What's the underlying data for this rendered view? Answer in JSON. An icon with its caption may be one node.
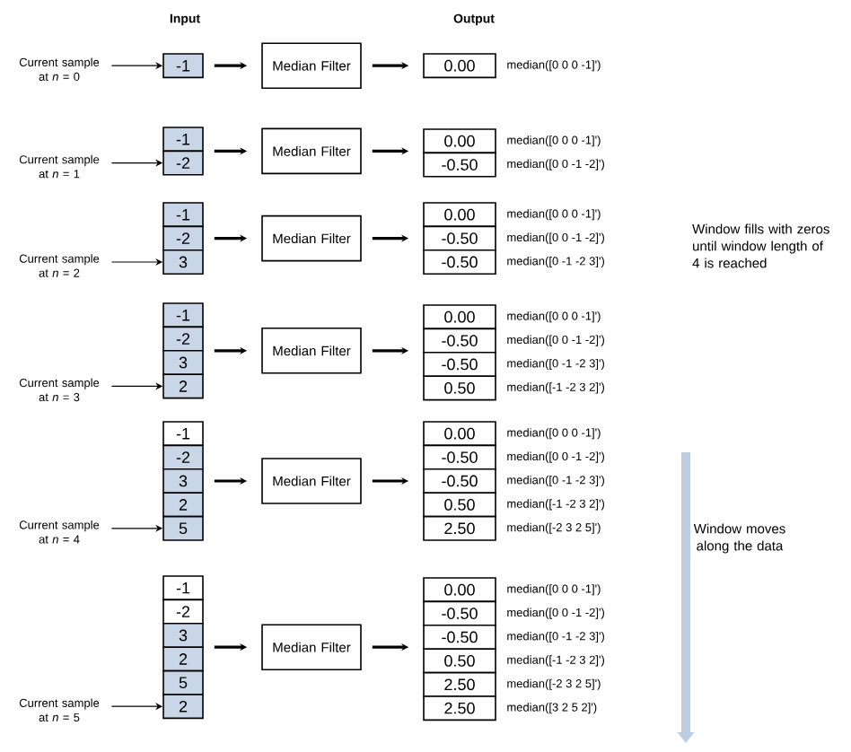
{
  "diagram": {
    "nodes": [
      {
        "text": [
          "Current sample at *n* = 0"
        ]
      },
      {
        "text": [
          "-1"
        ]
      },
      {
        "text": [
          "Median Filter"
        ]
      },
      {
        "text": [
          "0.00"
        ],
        "beside": [
          "median([0 0 0 -1]')"
        ]
      },
      {
        "text": [
          "Current sample at *n* = 1"
        ]
      },
      {
        "text": [
          "-1"
        ]
      },
      {
        "text": [
          "-2"
        ]
      },
      {
        "text": [
          "Median Filter"
        ]
      },
      {
        "text": [
          "0.00"
        ],
        "beside": [
          "median([0 0 0 -1]')"
        ]
      },
      {
        "text": [
          "-0.50"
        ],
        "beside": [
          "median([0 0 -1 -2]')"
        ]
      },
      {
        "text": [
          "Current sample at *n* = 2"
        ]
      },
      {
        "text": [
          "-1"
        ]
      },
      {
        "text": [
          "-2"
        ]
      },
      {
        "text": [
          "3"
        ]
      },
      {
        "text": [
          "Median Filter"
        ]
      },
      {
        "text": [
          "0.00"
        ],
        "beside": [
          "median([0 0 0 -1]')"
        ]
      },
      {
        "text": [
          "-0.50"
        ],
        "beside": [
          "median([0 0 -1 -2]')"
        ]
      },
      {
        "text": [
          "-0.50"
        ],
        "beside": [
          "median([0 -1 -2 3]')"
        ]
      },
      {
        "text": [
          "Current sample at *n* = 3"
        ]
      },
      {
        "text": [
          "-1"
        ]
      },
      {
        "text": [
          "-2"
        ]
      },
      {
        "text": [
          "3"
        ]
      },
      {
        "text": [
          "2"
        ]
      },
      {
        "text": [
          "Median Filter"
        ]
      },
      {
        "text": [
          "0.00"
        ],
        "beside": [
          "median([0 0 0 -1]')"
        ]
      },
      {
        "text": [
          "-0.50"
        ],
        "beside": [
          "median([0 0 -1 -2]')"
        ]
      },
      {
        "text": [
          "-0.50"
        ],
        "beside": [
          "median([0 -1 -2 3]')"
        ]
      },
      {
        "text": [
          "0.50"
        ],
        "beside": [
          "median([-1 -2 3 2]')"
        ]
      },
      {
        "text": [
          "Current sample at *n* = 4"
        ]
      },
      {
        "text": [
          "-1"
        ]
      },
      {
        "text": [
          "-2"
        ]
      },
      {
        "text": [
          "3"
        ]
      },
      {
        "text": [
          "2"
        ]
      },
      {
        "text": [
          "5"
        ]
      },
      {
        "text": [
          "Median Filter"
        ]
      },
      {
        "text": [
          "0.00"
        ],
        "beside": [
          "median([0 0 0 -1]')"
        ]
      },
      {
        "text": [
          "-0.50"
        ],
        "beside": [
          "median([0 0 -1 -2]')"
        ]
      },
      {
        "text": [
          "-0.50"
        ],
        "beside": [
          "median([0 -1 -2 3]')"
        ]
      },
      {
        "text": [
          "0.50"
        ],
        "beside": [
          "median([-1 -2 3 2]')"
        ]
      },
      {
        "text": [
          "2.50"
        ],
        "beside": [
          "median([-2 3 2 5]')"
        ]
      },
      {
        "text": [
          "Current sample at *n* = 5"
        ]
      },
      {
        "text": [
          "-1"
        ]
      },
      {
        "text": [
          "-2"
        ]
      },
      {
        "text": [
          "3"
        ]
      },
      {
        "text": [
          "2"
        ]
      },
      {
        "text": [
          "5"
        ]
      },
      {
        "text": [
          "2"
        ]
      },
      {
        "text": [
          "Median Filter"
        ]
      },
      {
        "text": [
          "0.00"
        ],
        "beside": [
          "median([0 0 0 -1]')"
        ]
      },
      {
        "text": [
          "-0.50"
        ],
        "beside": [
          "median([0 0 -1 -2]')"
        ]
      },
      {
        "text": [
          "-0.50"
        ],
        "beside": [
          "median([0 -1 -2 3]')"
        ]
      },
      {
        "text": [
          "0.50"
        ],
        "beside": [
          "median([-1 -2 3 2]')"
        ]
      },
      {
        "text": [
          "2.50"
        ],
        "beside": [
          "median([-2 3 2 5]')"
        ]
      },
      {
        "text": [
          "2.50"
        ],
        "beside": [
          "median([3 2 5 2]')"
        ]
      }
    ],
    "edges": [
      {
        "from": 0,
        "to": 1,
        "arrow": "to"
      },
      {
        "from": 1,
        "to": 2,
        "arrow": "to"
      },
      {
        "from": 2,
        "to": 3,
        "arrow": "to"
      },
      {
        "from": 4,
        "to": 6,
        "arrow": "to"
      },
      {
        "from": 5,
        "to": 7,
        "arrow": "to"
      },
      {
        "from": 7,
        "to": 8,
        "arrow": "to"
      },
      {
        "from": 10,
        "to": 13,
        "arrow": "to"
      },
      {
        "from": 12,
        "to": 14,
        "arrow": "to"
      },
      {
        "from": 14,
        "to": 16,
        "arrow": "to"
      },
      {
        "from": 18,
        "to": 22,
        "arrow": "to"
      },
      {
        "from": 20,
        "to": 23,
        "arrow": "to"
      },
      {
        "from": 23,
        "to": 25,
        "arrow": "to"
      },
      {
        "from": 28,
        "to": 33,
        "arrow": "to"
      },
      {
        "from": 31,
        "to": 34,
        "arrow": "to"
      },
      {
        "from": 34,
        "to": 37,
        "arrow": "to"
      },
      {
        "from": 40,
        "to": 46,
        "arrow": "to"
      },
      {
        "from": 43,
        "to": 47,
        "arrow": "to"
      },
      {
        "from": 47,
        "to": 50,
        "arrow": "to"
      }
    ],
    "labels": [
      "Input",
      "Output",
      "Window fills with zeros until window length of 4 is reached",
      "Window moves along the data"
    ]
  }
}
